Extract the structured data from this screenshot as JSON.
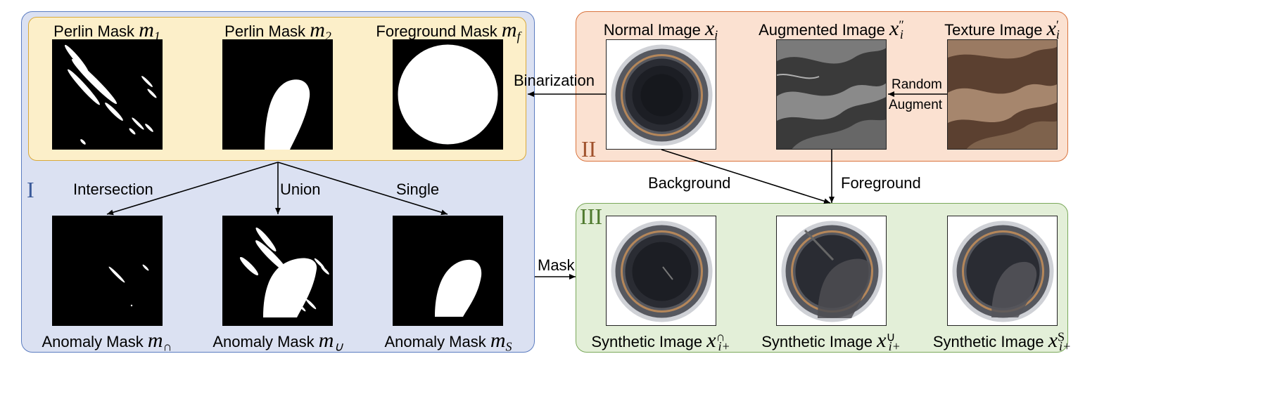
{
  "panels": {
    "panel1_numeral": "I",
    "panel2_numeral": "II",
    "panel3_numeral": "III"
  },
  "masks_top": [
    {
      "text": "Perlin Mask ",
      "sym": "m",
      "sub": "1"
    },
    {
      "text": "Perlin Mask ",
      "sym": "m",
      "sub": "2"
    },
    {
      "text": "Foreground Mask ",
      "sym": "m",
      "sub": "f"
    }
  ],
  "masks_bottom": [
    {
      "text": "Anomaly Mask ",
      "sym": "m",
      "sub": "∩"
    },
    {
      "text": "Anomaly Mask ",
      "sym": "m",
      "sub": "∪"
    },
    {
      "text": "Anomaly Mask ",
      "sym": "m",
      "sub": "S"
    }
  ],
  "ops": {
    "intersection": "Intersection",
    "union": "Union",
    "single": "Single"
  },
  "images_top": [
    {
      "text": "Normal Image ",
      "sym": "x",
      "sub": "i",
      "sup": ""
    },
    {
      "text": "Augmented Image ",
      "sym": "x",
      "sub": "i",
      "sup": "″"
    },
    {
      "text": "Texture Image ",
      "sym": "x",
      "sub": "i",
      "sup": "′"
    }
  ],
  "synthetic": [
    {
      "text": "Synthetic Image ",
      "sym": "x",
      "sub": "i+",
      "sup": "∩"
    },
    {
      "text": "Synthetic Image ",
      "sym": "x",
      "sub": "i+",
      "sup": "∪"
    },
    {
      "text": "Synthetic Image ",
      "sym": "x",
      "sub": "i+",
      "sup": "S"
    }
  ],
  "arrows": {
    "binarization": "Binarization",
    "random": "Random",
    "augment": "Augment",
    "background": "Background",
    "foreground": "Foreground",
    "mask": "Mask"
  },
  "colors": {
    "panel1_fill": "#dbe1f2",
    "panel1_border": "#5b7cc0",
    "subpanel_fill": "#fcefc9",
    "subpanel_border": "#d9a93a",
    "panel2_fill": "#fbe1d1",
    "panel2_border": "#d9743e",
    "panel3_fill": "#e3efd8",
    "panel3_border": "#7aa85a",
    "numeral1": "#3a5a9a",
    "numeral2": "#a0522d",
    "numeral3": "#4f7a2e"
  }
}
